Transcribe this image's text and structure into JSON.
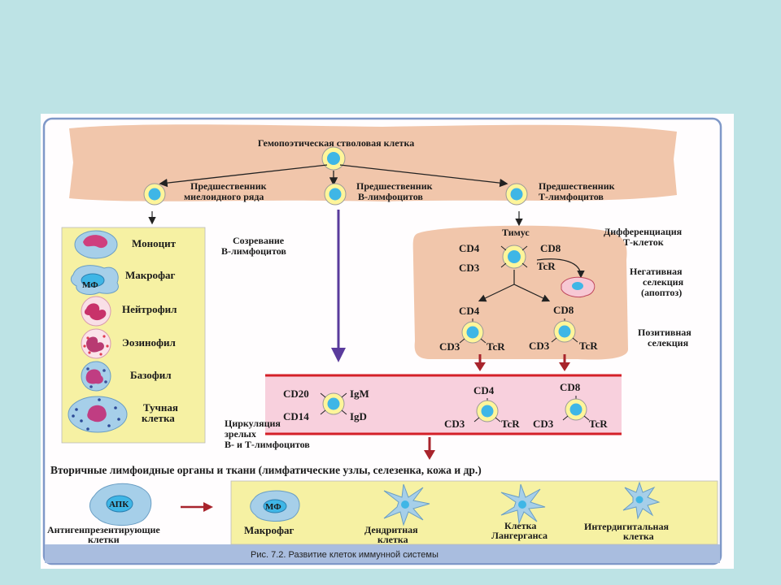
{
  "stem_cell": "Гемопоэтическая стволовая клетка",
  "progenitors": {
    "myeloid": [
      "Предшественник",
      "миелоидного ряда"
    ],
    "b": [
      "Предшественник",
      "В-лимфоцитов"
    ],
    "t": [
      "Предшественник",
      "Т-лимфоцитов"
    ]
  },
  "myeloid_cells": {
    "monocyte": "Моноцит",
    "macrophage": "Макрофаг",
    "mf_abbr": "МФ",
    "neutrophil": "Нейтрофил",
    "eosinophil": "Эозинофил",
    "basophil": "Базофил",
    "mast_cell": [
      "Тучная",
      "клетка"
    ]
  },
  "b_maturation": [
    "Созревание",
    "В-лимфоцитов"
  ],
  "thymus": {
    "title": "Тимус",
    "differentiation": [
      "Дифференциация",
      "Т-клеток"
    ],
    "negative_selection": [
      "Негативная",
      "селекция",
      "(апоптоз)"
    ],
    "positive_selection": [
      "Позитивная",
      "селекция"
    ],
    "markers": {
      "cd4": "CD4",
      "cd8": "CD8",
      "cd3": "CD3",
      "tcr": "TcR"
    }
  },
  "circulation": {
    "b_markers": {
      "cd20": "CD20",
      "igm": "IgM",
      "cd14": "CD14",
      "igd": "IgD"
    },
    "label": [
      "Циркуляция",
      "зрелых",
      "В- и Т-лимфоцитов"
    ]
  },
  "secondary_title": "Вторичные лимфоидные органы и ткани (лимфатические узлы, селезенка, кожа и др.)",
  "apc": {
    "abbr": "АПК",
    "label": [
      "Антигенпрезентирующие",
      "клетки"
    ]
  },
  "apc_types": {
    "macrophage": "Макрофаг",
    "mf_abbr": "МФ",
    "dendritic": [
      "Дендритная",
      "клетка"
    ],
    "langerhans": [
      "Клетка",
      "Лангерганса"
    ],
    "interdigital": [
      "Интердигитальная",
      "клетка"
    ]
  },
  "caption": "Рис. 7.2. Развитие клеток иммунной системы",
  "colors": {
    "page": "#bde3e5",
    "frame": "#7f98c8",
    "peach": "#f1c6ab",
    "yellow": "#f6f1a3",
    "pink_band": "#f8d0dd",
    "red": "#d42028",
    "purple": "#5a3b9c",
    "cell_blue": "#3fb6e6",
    "cell_yellow": "#fff59a",
    "dark_red_arrow": "#a8242c"
  }
}
